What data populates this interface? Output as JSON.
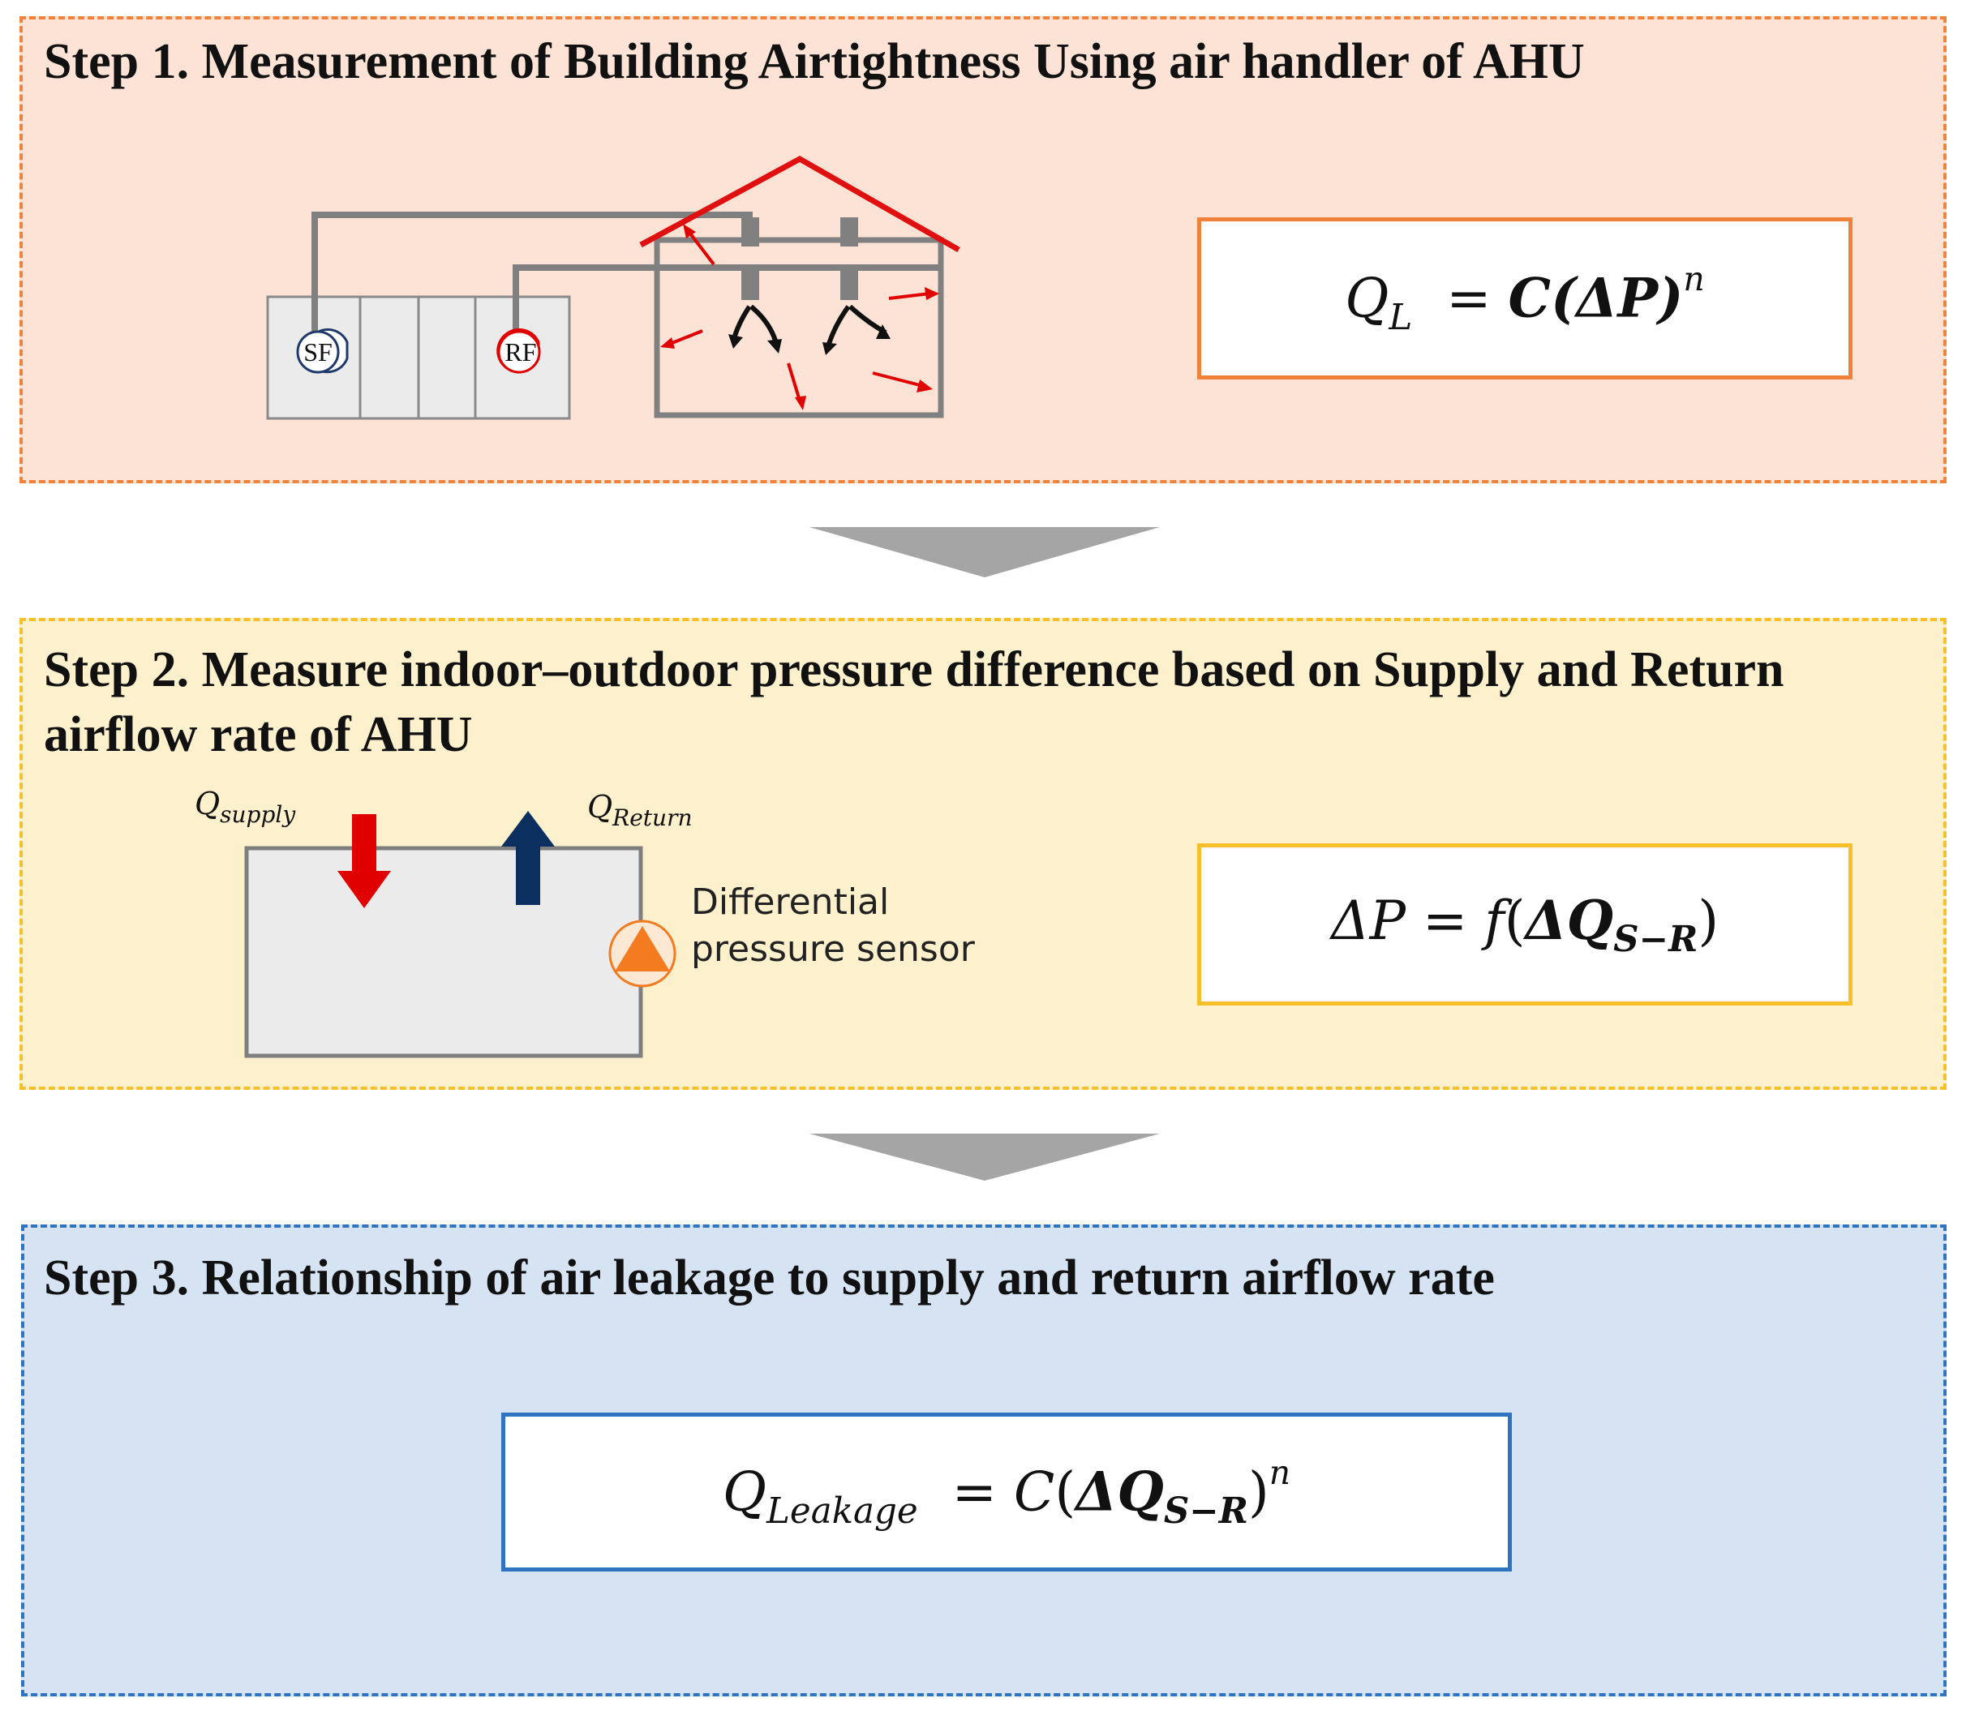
{
  "steps": [
    {
      "title": "Step 1. Measurement of Building Airtightness Using air handler of AHU",
      "equation": {
        "lhs": "Q",
        "lhs_sub": "L",
        "rhs": "C(ΔP)",
        "rhs_sup": "n"
      },
      "fan_labels": {
        "supply": "SF",
        "return": "RF"
      }
    },
    {
      "title_line1": "Step 2. Measure indoor–outdoor pressure difference based on Supply and Return",
      "title_line2": "airflow rate of AHU",
      "equation": {
        "lhs": "ΔP",
        "rhs_fn": "f",
        "rhs_arg": "ΔQ",
        "rhs_sub": "S−R"
      },
      "supply_label": {
        "q": "Q",
        "sub": "supply"
      },
      "return_label": {
        "q": "Q",
        "sub": "Return"
      },
      "sensor_line1": "Differential",
      "sensor_line2": "pressure sensor"
    },
    {
      "title": "Step 3. Relationship of air leakage to supply and return airflow rate",
      "equation": {
        "lhs": "Q",
        "lhs_sub": "Leakage",
        "rhs_fn": "C",
        "rhs_arg": "ΔQ",
        "rhs_sub": "S−R",
        "rhs_sup": "n"
      }
    }
  ],
  "colors": {
    "step1_fill": "#fde3d6",
    "step1_border": "#f0823c",
    "step2_fill": "#fdf0cc",
    "step2_border": "#f5c02a",
    "step3_fill": "#d6e3f3",
    "step3_border": "#2f74c0",
    "arrow": "#a5a5a5",
    "red": "#e00000",
    "navy": "#0b3060",
    "orange": "#f47b20"
  }
}
